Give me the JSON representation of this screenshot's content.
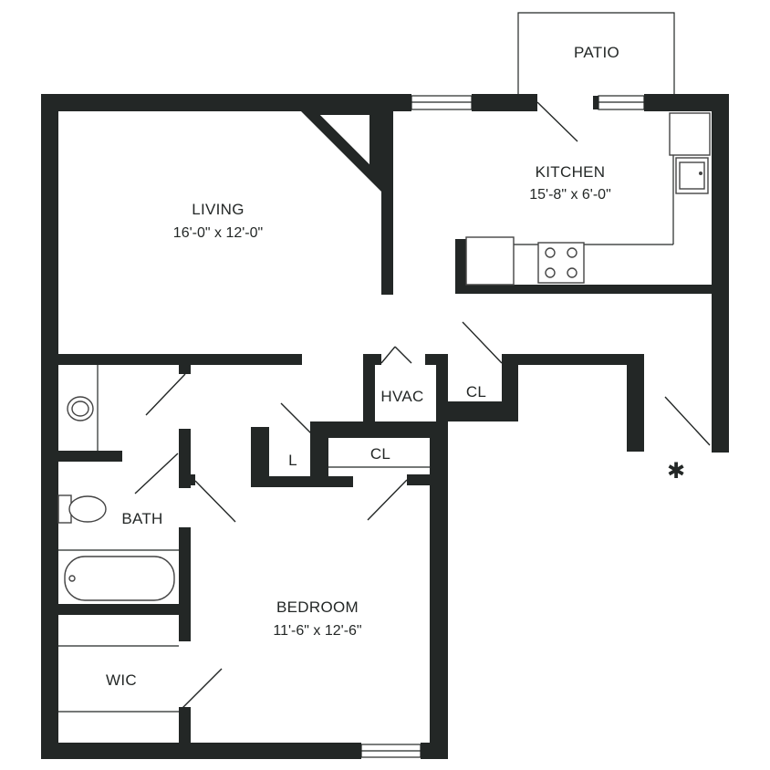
{
  "rooms": {
    "patio": {
      "name": "PATIO"
    },
    "kitchen": {
      "name": "KITCHEN",
      "dimensions": "15'-8\" x 6'-0\""
    },
    "living": {
      "name": "LIVING",
      "dimensions": "16'-0\" x 12'-0\""
    },
    "hvac": {
      "name": "HVAC"
    },
    "cl_hall": {
      "name": "CL"
    },
    "cl_bedroom": {
      "name": "CL"
    },
    "linen": {
      "name": "L"
    },
    "bath": {
      "name": "BATH"
    },
    "bedroom": {
      "name": "BEDROOM",
      "dimensions": "11'-6\" x 12'-6\""
    },
    "wic": {
      "name": "WIC"
    }
  },
  "entry_marker": {
    "symbol": "✱",
    "icon": "entry-star-icon"
  },
  "colors": {
    "wall": "#232726",
    "background": "#ffffff"
  }
}
